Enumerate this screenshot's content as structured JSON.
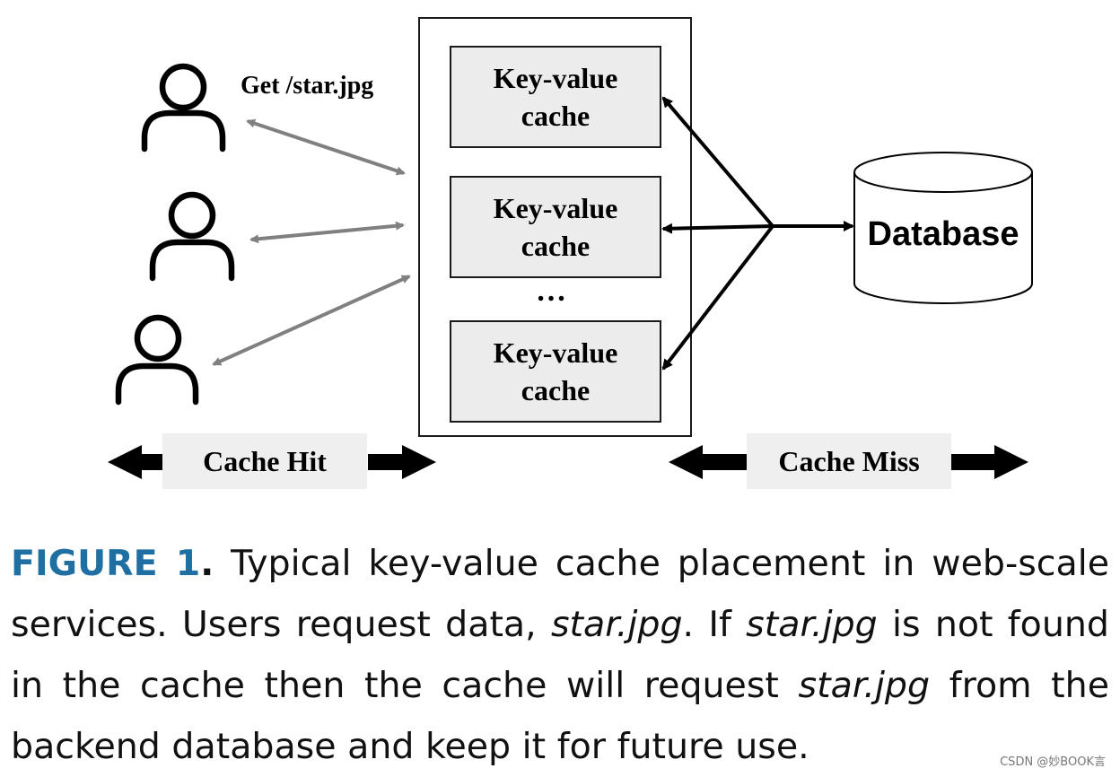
{
  "diagram": {
    "request_label": "Get /star.jpg",
    "cache_boxes": [
      {
        "line1": "Key-value",
        "line2": "cache"
      },
      {
        "line1": "Key-value",
        "line2": "cache"
      },
      {
        "line1": "Key-value",
        "line2": "cache"
      }
    ],
    "ellipsis": "…",
    "database_label": "Database",
    "cache_hit_label": "Cache Hit",
    "cache_miss_label": "Cache Miss",
    "icons": [
      "user-icon",
      "user-icon",
      "user-icon",
      "database-icon"
    ],
    "colors": {
      "client_arrow": "#808080",
      "db_arrow": "#000000",
      "box_fill": "#ececec",
      "band_fill": "#efefef"
    }
  },
  "caption": {
    "figure_label": "FIGURE 1",
    "figure_dot": ".",
    "text_1": " Typical key-value cache placement in web-scale services. Users request data, ",
    "italic_1": "star.jpg",
    "text_2": ". If ",
    "italic_2": "star.jpg",
    "text_3": " is not found in the cache then the cache will request ",
    "italic_3": "star.jpg",
    "text_4": " from the backend database and keep it for future use.",
    "label_color": "#1f6fa3"
  },
  "watermark": "CSDN @妙BOOK言"
}
